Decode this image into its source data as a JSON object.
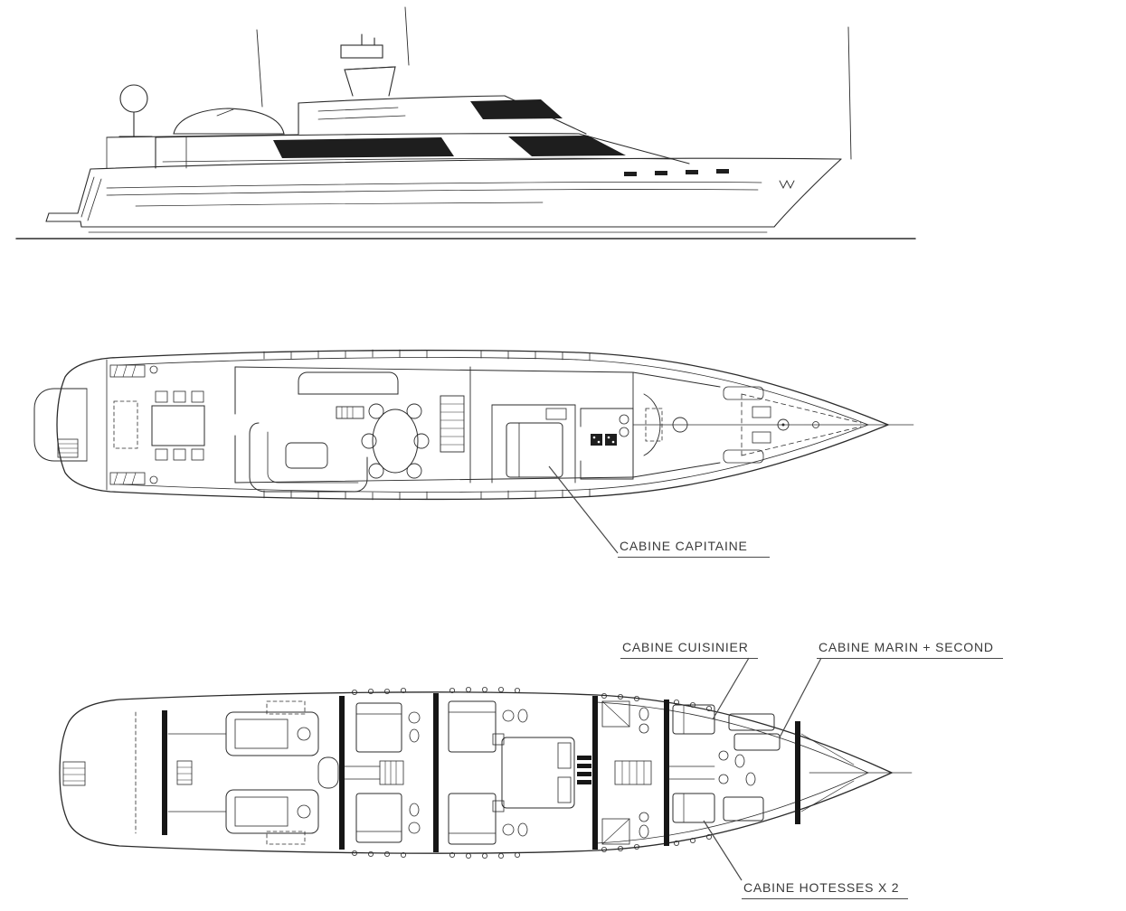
{
  "page": {
    "background": "#ffffff",
    "ink": "#2b2b2b",
    "label_ink": "#3a3a3a"
  },
  "labels": {
    "cabine_capitaine": "CABINE CAPITAINE",
    "cabine_cuisinier": "CABINE CUISINIER",
    "cabine_marin_second": "CABINE MARIN + SECOND",
    "cabine_hotesses": "CABINE HOTESSES X 2"
  }
}
